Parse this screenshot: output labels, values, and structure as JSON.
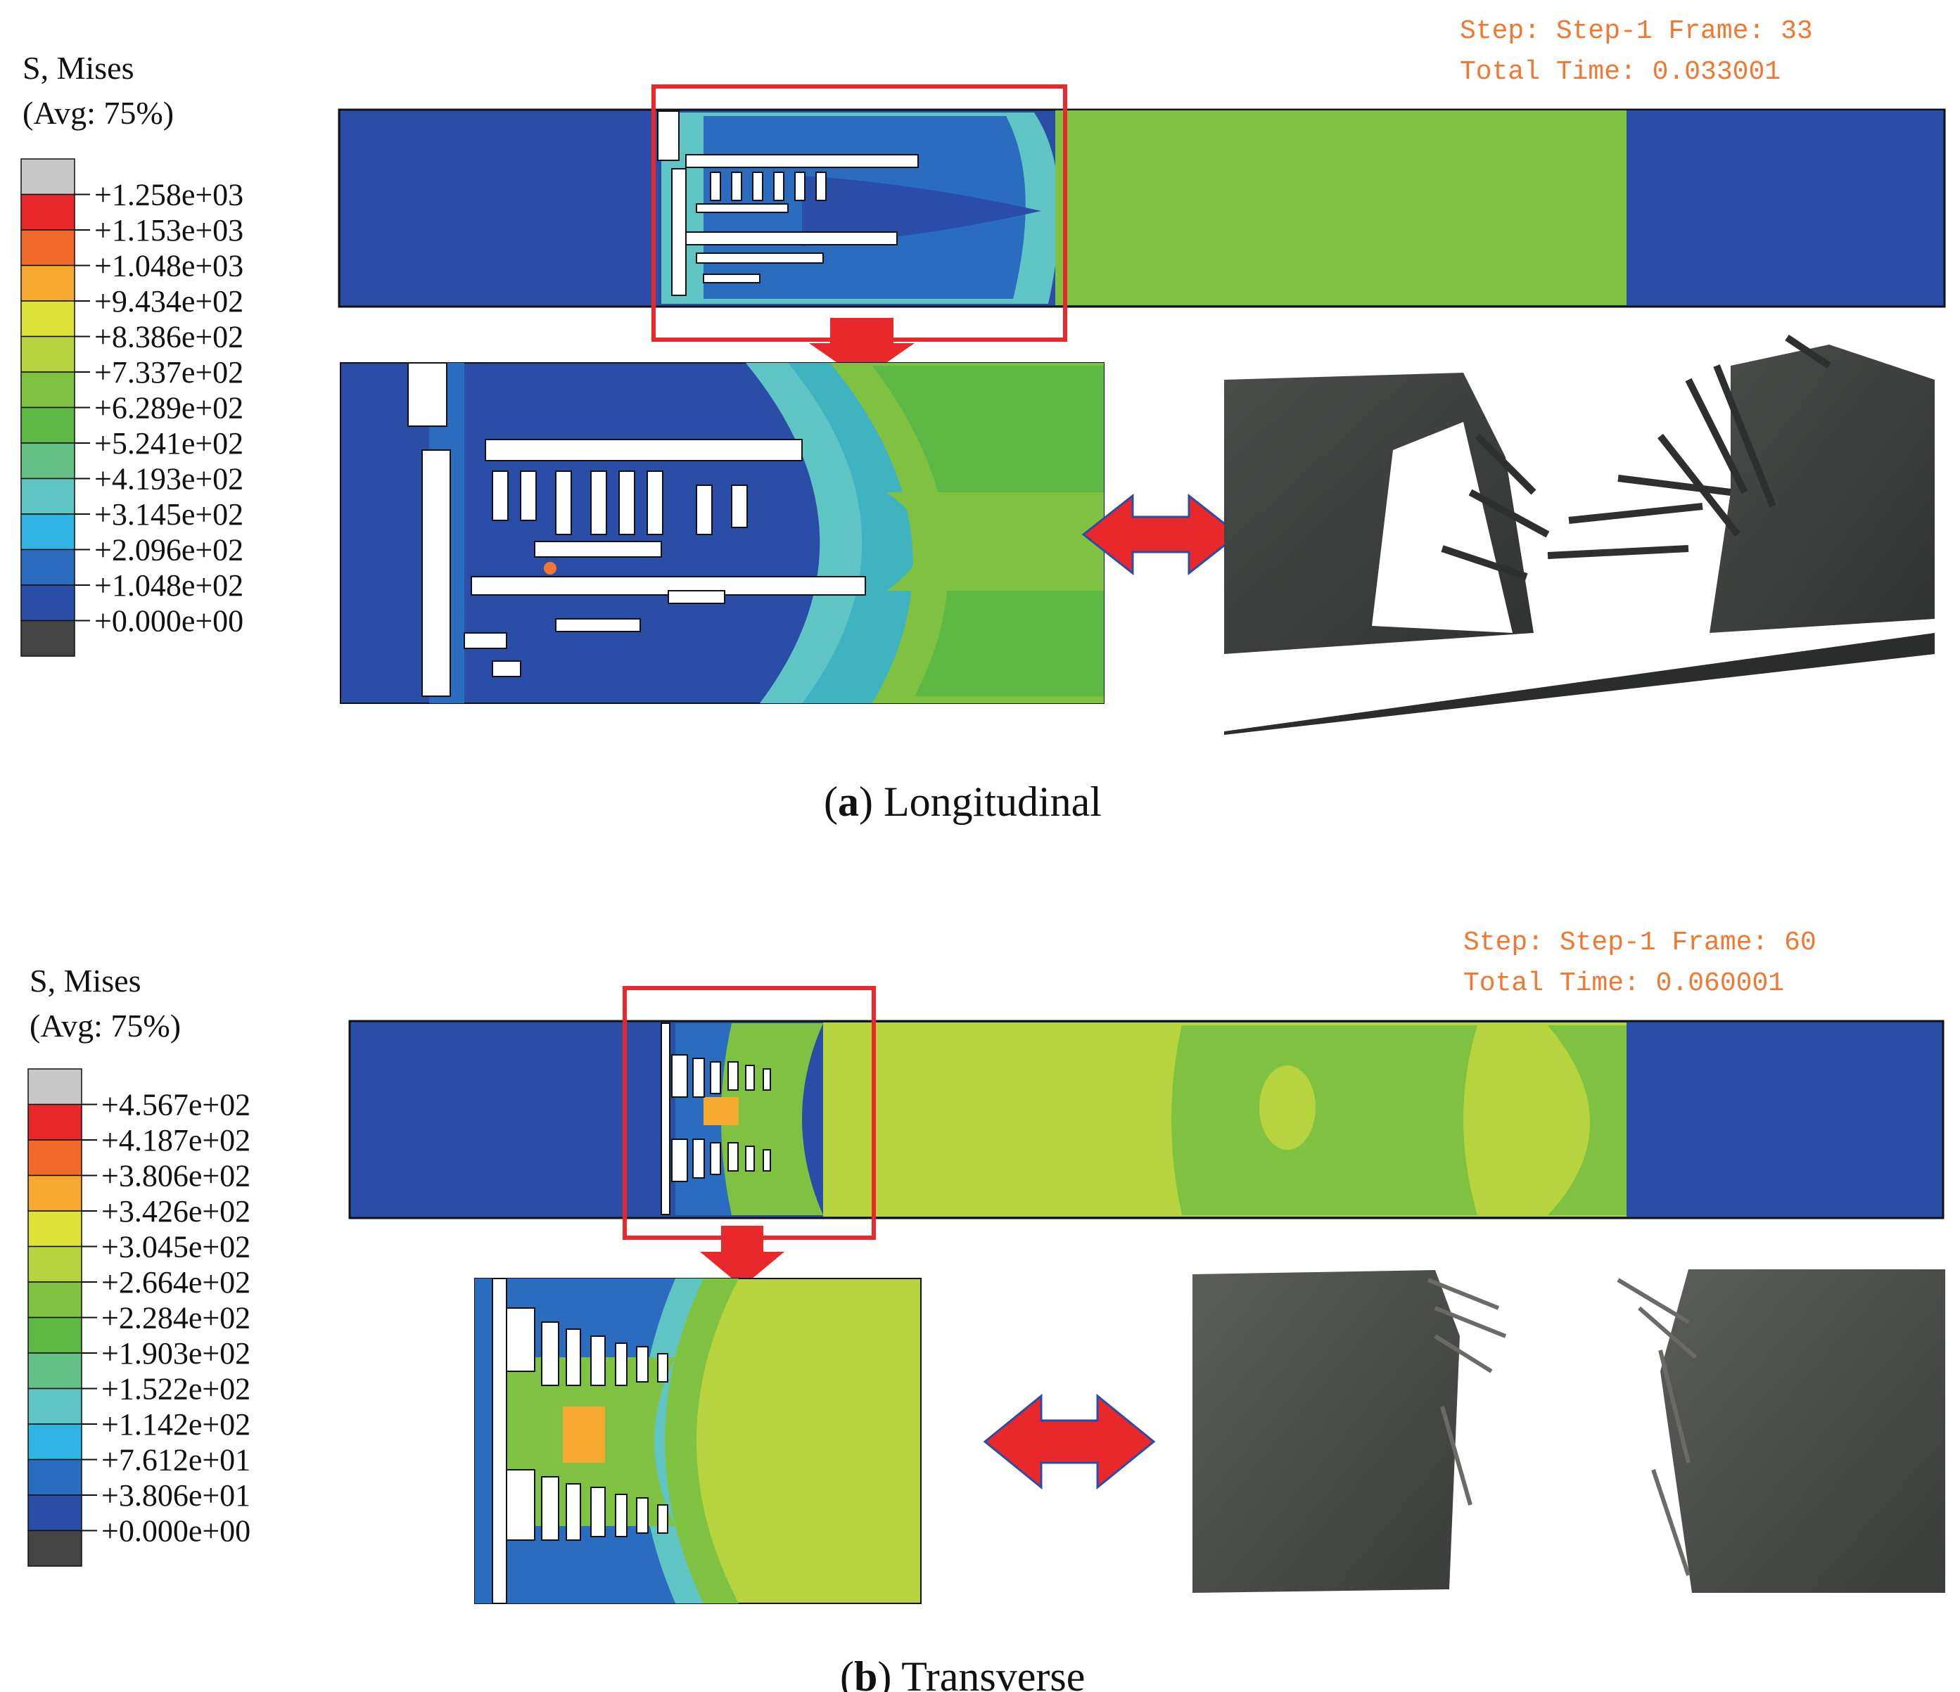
{
  "panels": [
    {
      "id": "a",
      "legend_title": "S, Mises",
      "legend_subtitle": "(Avg: 75%)",
      "legend_values": [
        "+1.258e+03",
        "+1.153e+03",
        "+1.048e+03",
        "+9.434e+02",
        "+8.386e+02",
        "+7.337e+02",
        "+6.289e+02",
        "+5.241e+02",
        "+4.193e+02",
        "+3.145e+02",
        "+2.096e+02",
        "+1.048e+02",
        "+0.000e+00"
      ],
      "step_text": "Step: Step-1   Frame: 33",
      "time_text": "Total Time: 0.033001",
      "caption_letter": "a",
      "caption_text": " Longitudinal"
    },
    {
      "id": "b",
      "legend_title": "S, Mises",
      "legend_subtitle": "(Avg: 75%)",
      "legend_values": [
        "+4.567e+02",
        "+4.187e+02",
        "+3.806e+02",
        "+3.426e+02",
        "+3.045e+02",
        "+2.664e+02",
        "+2.284e+02",
        "+1.903e+02",
        "+1.522e+02",
        "+1.142e+02",
        "+7.612e+01",
        "+3.806e+01",
        "+0.000e+00"
      ],
      "step_text": "Step: Step-1   Frame: 60",
      "time_text": "Total Time: 0.060001",
      "caption_letter": "b",
      "caption_text": " Transverse"
    }
  ],
  "colors": {
    "contour": [
      "#c8c8c8",
      "#e8282a",
      "#f2692a",
      "#f5a92f",
      "#dfe236",
      "#b7d43f",
      "#7fc241",
      "#5db844",
      "#65c085",
      "#5fc4c4",
      "#30b4e4",
      "#2a6cc0",
      "#2a4ea8",
      "#444444"
    ],
    "accent_red": "#e8282a",
    "annotation_orange": "#f07830"
  }
}
